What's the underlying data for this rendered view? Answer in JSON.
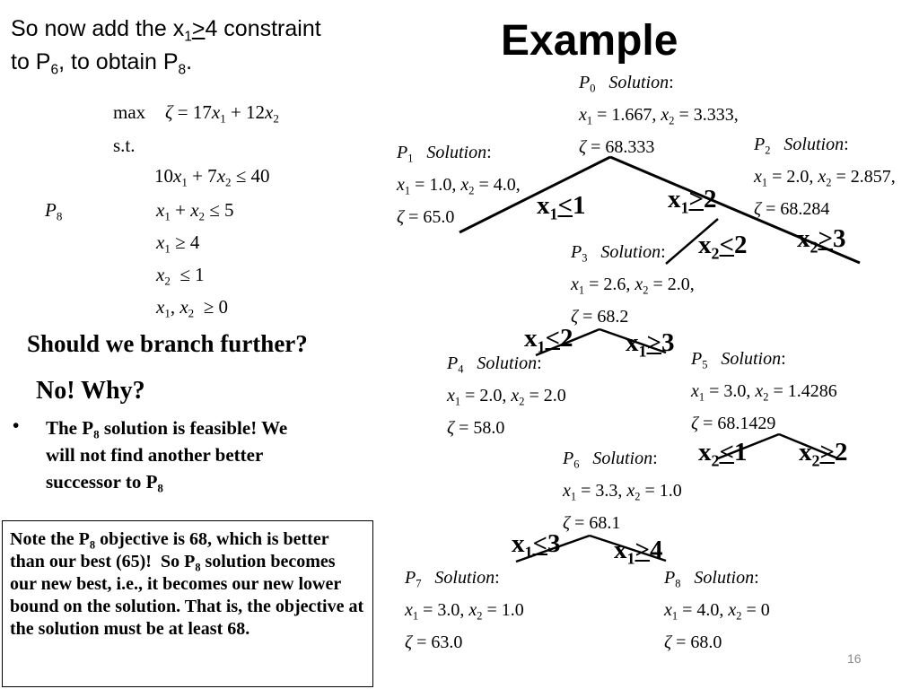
{
  "heading": {
    "line1_pre": "So now add the x",
    "line1_sub": "1",
    "line1_rel": ">",
    "line1_post": "4 constraint",
    "line2_pre": "to P",
    "line2_sub": "6",
    "line2_mid": ", to obtain P",
    "line2_sub2": "8",
    "line2_post": "."
  },
  "title": "Example",
  "lp": {
    "objective_kw": "max",
    "objective": "ζ = 17x1 + 12x2",
    "st": "s.t.",
    "problem_label": "P8",
    "constraints": [
      "10x1 + 7x2 ≤ 40",
      "x1 + x2 ≤ 5",
      "x1 ≥ 4",
      "x2 ≤ 1",
      "x1, x2 ≥ 0"
    ]
  },
  "question": "Should we branch further?",
  "answer": "No! Why?",
  "bullet": {
    "marker": "•",
    "text": "The P8 solution is feasible! We will not find another better successor to P8"
  },
  "note": "Note the P8 objective is 68, which is better than our best (65)! So P8 solution becomes our new best, i.e., it becomes our new lower bound on the solution. That is, the objective at the solution must be at least 68.",
  "nodes": [
    {
      "name": "P",
      "sub": "0",
      "label": "Solution:",
      "x": "x1 = 1.667, x2 = 3.333,",
      "z": "ζ = 68.333"
    },
    {
      "name": "P",
      "sub": "1",
      "label": "Solution:",
      "x": "x1 = 1.0, x2 = 4.0,",
      "z": "ζ = 65.0"
    },
    {
      "name": "P",
      "sub": "2",
      "label": "Solution:",
      "x": "x1 = 2.0, x2 = 2.857,",
      "z": "ζ = 68.284"
    },
    {
      "name": "P",
      "sub": "3",
      "label": "Solution:",
      "x": "x1 = 2.6, x2 = 2.0,",
      "z": "ζ = 68.2"
    },
    {
      "name": "P",
      "sub": "4",
      "label": "Solution:",
      "x": "x1 = 2.0, x2 = 2.0",
      "z": "ζ = 58.0"
    },
    {
      "name": "P",
      "sub": "5",
      "label": "Solution:",
      "x": "x1 = 3.0, x2 = 1.4286",
      "z": "ζ = 68.1429"
    },
    {
      "name": "P",
      "sub": "6",
      "label": "Solution:",
      "x": "x1 = 3.3, x2 = 1.0",
      "z": "ζ = 68.1"
    },
    {
      "name": "P",
      "sub": "7",
      "label": "Solution:",
      "x": "x1 = 3.0, x2 = 1.0",
      "z": "ζ = 63.0"
    },
    {
      "name": "P",
      "sub": "8",
      "label": "Solution:",
      "x": "x1 = 4.0, x2 = 0",
      "z": "ζ = 68.0"
    }
  ],
  "branches": [
    {
      "var": "x",
      "sub": "1",
      "rel": "<",
      "val": "1"
    },
    {
      "var": "x",
      "sub": "1",
      "rel": ">",
      "val": "2"
    },
    {
      "var": "x",
      "sub": "2",
      "rel": "<",
      "val": "2"
    },
    {
      "var": "x",
      "sub": "2",
      "rel": ">",
      "val": "3"
    },
    {
      "var": "x",
      "sub": "1",
      "rel": "<",
      "val": "2"
    },
    {
      "var": "x",
      "sub": "1",
      "rel": ">",
      "val": "3"
    },
    {
      "var": "x",
      "sub": "2",
      "rel": "<",
      "val": "1"
    },
    {
      "var": "x",
      "sub": "2",
      "rel": ">",
      "val": "2"
    },
    {
      "var": "x",
      "sub": "1",
      "rel": "<",
      "val": "3"
    },
    {
      "var": "x",
      "sub": "1",
      "rel": ">",
      "val": "4"
    }
  ],
  "page_number": "16"
}
